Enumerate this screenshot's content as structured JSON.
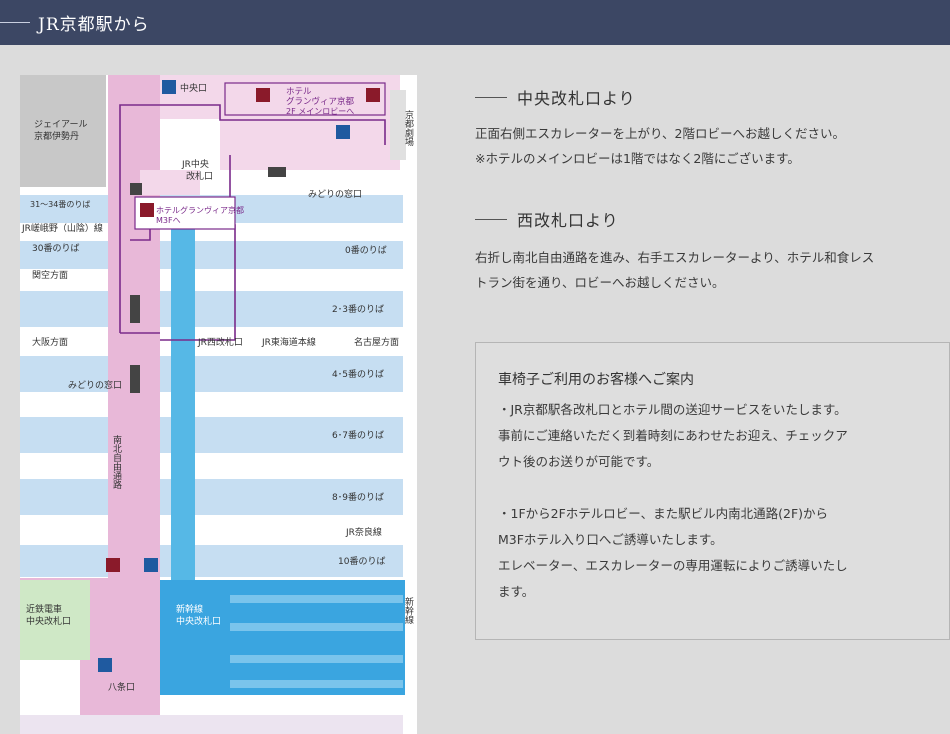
{
  "header": {
    "title": "JR京都駅から"
  },
  "map": {
    "labels": {
      "isetan": [
        "ジェイアール",
        "京都伊勢丹"
      ],
      "central_gate": "中央口",
      "hotel_main": [
        "ホテル",
        "グランヴィア京都",
        "2F メインロビーへ"
      ],
      "theater": "京都劇場",
      "jr_central_gate": [
        "JR中央",
        "改札口"
      ],
      "midori1": "みどりの窓口",
      "platforms_31_34": "31〜34番のりば",
      "sagano": "JR嵯峨野（山陰）線",
      "p30": "30番のりば",
      "hotel_m3f": [
        "ホテルグランヴィア京都",
        "M3Fへ"
      ],
      "p0": "0番のりば",
      "kansai": "関空方面",
      "p23": "2･3番のりば",
      "osaka": "大阪方面",
      "west_gate": "JR西改札口",
      "tokaido": "JR東海道本線",
      "nagoya": "名古屋方面",
      "p45": "4･5番のりば",
      "midori2": "みどりの窓口",
      "p67": "6･7番のりば",
      "nanboku": "南北自由通路",
      "p89": "8･9番のりば",
      "nara": "JR奈良線",
      "p10": "10番のりば",
      "kintetsu": [
        "近鉄電車",
        "中央改札口"
      ],
      "shinkansen_gate": [
        "新幹線",
        "中央改札口"
      ],
      "shinkansen": "新幹線",
      "hachijo": "八条口"
    },
    "colors": {
      "pink": "#e8b8d8",
      "blue_route": "#56b8e6",
      "platform": "#c6def2",
      "shinkansen": "#3aa5e0",
      "kintetsu": "#cfe8c6",
      "building": "#c8c8c8",
      "route_line": "#7a2a8a",
      "hotel_box": "#8a1a2a"
    }
  },
  "sections": [
    {
      "title": "中央改札口より",
      "lines": [
        "正面右側エスカレーターを上がり、2階ロビーへお越しください。",
        "※ホテルのメインロビーは1階ではなく2階にございます。"
      ]
    },
    {
      "title": "西改札口より",
      "lines": [
        "右折し南北自由通路を進み、右手エスカレーターより、ホテル和食レス",
        "トラン街を通り、ロビーへお越しください。"
      ]
    }
  ],
  "notice": {
    "title": "車椅子ご利用のお客様へご案内",
    "para1": [
      "・JR京都駅各改札口とホテル間の送迎サービスをいたします。",
      "事前にご連絡いただく到着時刻にあわせたお迎え、チェックア",
      "ウト後のお送りが可能です。"
    ],
    "para2": [
      "・1Fから2Fホテルロビー、また駅ビル内南北通路(2F)から",
      "M3Fホテル入り口へご誘導いたします。",
      "エレベーター、エスカレーターの専用運転によりご誘導いたし",
      "ます。"
    ]
  }
}
